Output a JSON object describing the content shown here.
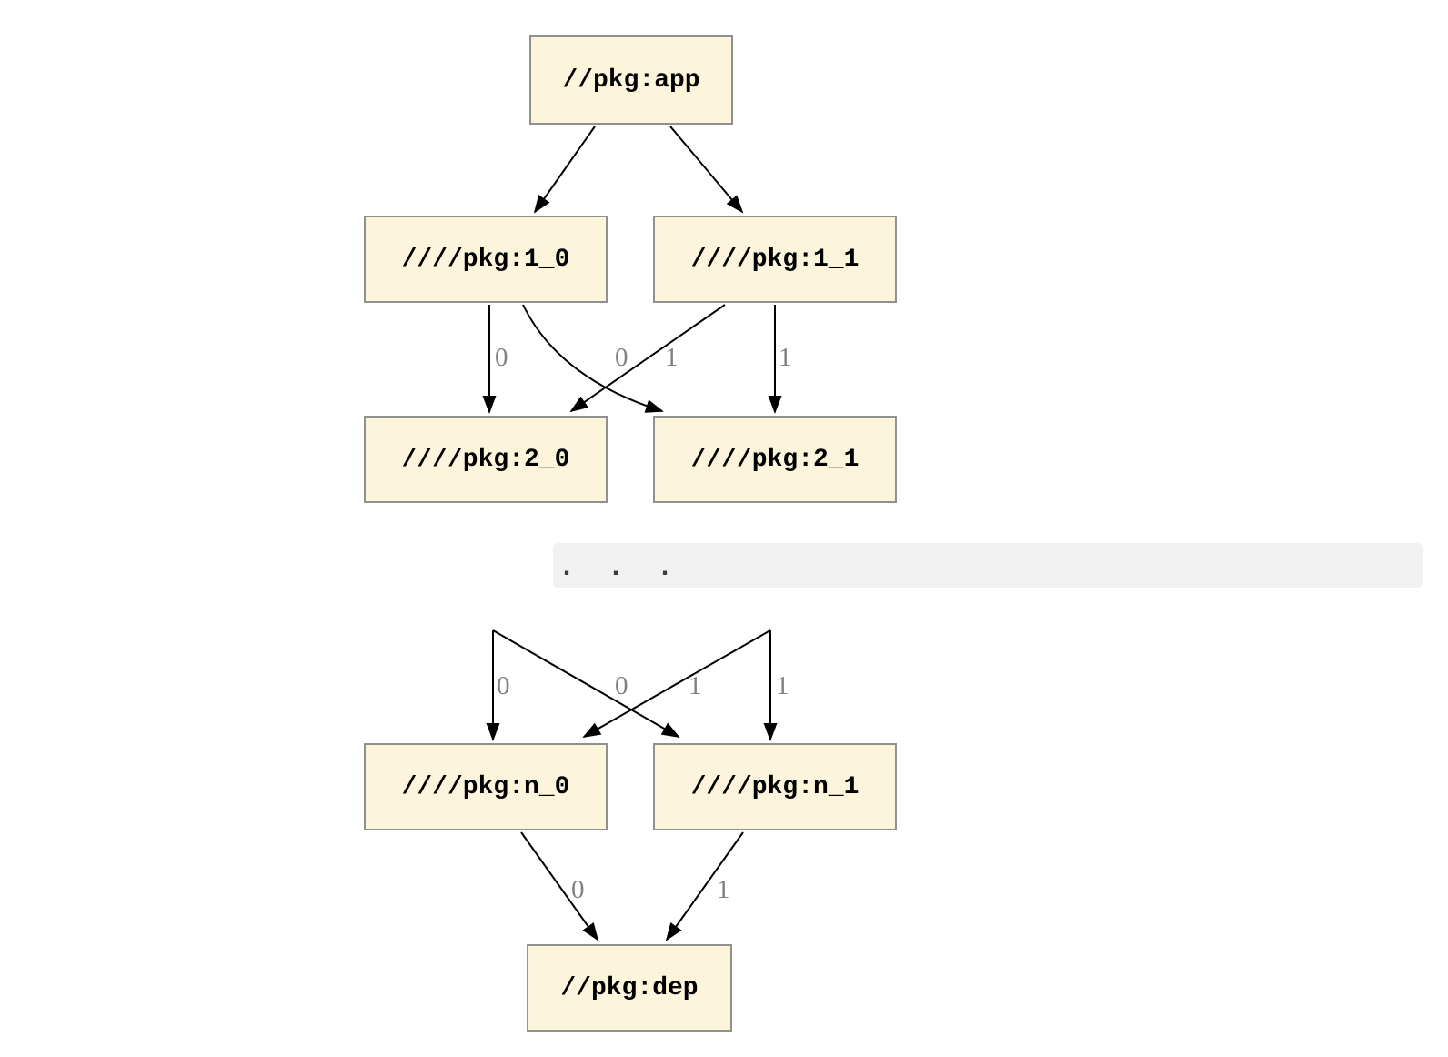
{
  "diagram": {
    "type": "dependency-graph",
    "nodes": [
      {
        "id": "app",
        "label": "//pkg:app"
      },
      {
        "id": "1_0",
        "label": "////pkg:1_0"
      },
      {
        "id": "1_1",
        "label": "////pkg:1_1"
      },
      {
        "id": "2_0",
        "label": "////pkg:2_0"
      },
      {
        "id": "2_1",
        "label": "////pkg:2_1"
      },
      {
        "id": "n_0",
        "label": "////pkg:n_0"
      },
      {
        "id": "n_1",
        "label": "////pkg:n_1"
      },
      {
        "id": "dep",
        "label": "//pkg:dep"
      }
    ],
    "edges": [
      {
        "from": "app",
        "to": "1_0",
        "label": ""
      },
      {
        "from": "app",
        "to": "1_1",
        "label": ""
      },
      {
        "from": "1_0",
        "to": "2_0",
        "label": "0"
      },
      {
        "from": "1_0",
        "to": "2_1",
        "label": "1"
      },
      {
        "from": "1_1",
        "to": "2_0",
        "label": "0"
      },
      {
        "from": "1_1",
        "to": "2_1",
        "label": "1"
      },
      {
        "from": "...",
        "to": "n_0",
        "label": "0"
      },
      {
        "from": "...",
        "to": "n_1",
        "label": "1"
      },
      {
        "from": "...",
        "to": "n_0",
        "label": "0"
      },
      {
        "from": "...",
        "to": "n_1",
        "label": "1"
      },
      {
        "from": "n_0",
        "to": "dep",
        "label": "0"
      },
      {
        "from": "n_1",
        "to": "dep",
        "label": "1"
      }
    ],
    "separator": {
      "ellipsis": ".  .  ."
    },
    "colors": {
      "node_fill": "#FCF5DB",
      "node_border": "#909090",
      "edge": "#000000",
      "edge_label": "#808080",
      "separator_background": "#F1F1F1",
      "ellipsis": "#3C3C3C",
      "page_background": "#FFFFFF"
    }
  }
}
